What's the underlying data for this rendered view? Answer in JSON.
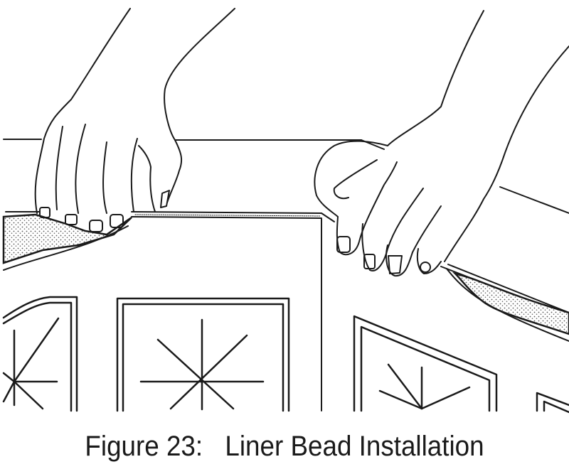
{
  "figure": {
    "number_label": "Figure 23:",
    "title": "Liner Bead Installation",
    "ink_color": "#1a1a1a",
    "background_color": "#ffffff",
    "stipple_color": "#9a9a9a",
    "elements": [
      "left-hand",
      "right-hand",
      "pool-wall-top-edge",
      "bead-receiver-track",
      "liner-bead-left",
      "liner-bead-right",
      "wall-panel-corner-seam",
      "panel-emboss-left",
      "panel-emboss-center",
      "panel-emboss-right",
      "panel-emboss-far-right"
    ]
  }
}
